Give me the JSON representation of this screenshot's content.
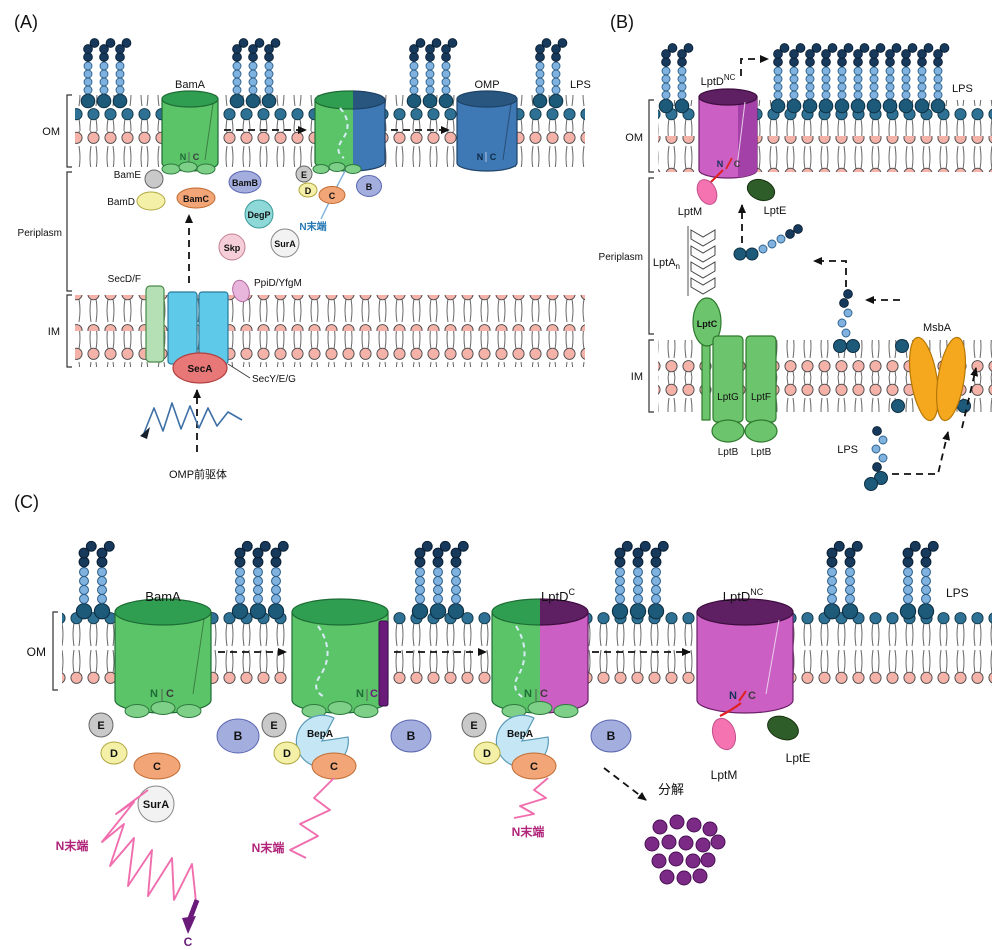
{
  "figure": {
    "panels": {
      "A": {
        "label": "(A)",
        "regions": {
          "om": "OM",
          "periplasm": "Periplasm",
          "im": "IM"
        },
        "lps_label": "LPS",
        "proteins": {
          "bamA": "BamA",
          "omp": "OMP",
          "bamE": "BamE",
          "bamD": "BamD",
          "bamC": "BamC",
          "bamB": "BamB",
          "degP": "DegP",
          "skp": "Skp",
          "surA": "SurA",
          "secDF": "SecD/F",
          "secA": "SecA",
          "secYEG": "SecY/E/G",
          "ppiD": "PpiD/YfgM"
        },
        "subunits": {
          "e": "E",
          "d": "D",
          "c": "C",
          "b": "B"
        },
        "termini": {
          "n": "N",
          "c": "C"
        },
        "n_terminus": "N末端",
        "omp_precursor": "OMP前驱体"
      },
      "B": {
        "label": "(B)",
        "regions": {
          "om": "OM",
          "periplasm": "Periplasm",
          "im": "IM"
        },
        "lps_top": "LPS",
        "lps_bottom": "LPS",
        "proteins": {
          "lptD": "LptD",
          "lptD_sup": "NC",
          "lptM": "LptM",
          "lptE": "LptE",
          "lptA": "LptA",
          "lptA_sub": "n",
          "lptC": "LptC",
          "lptG": "LptG",
          "lptF": "LptF",
          "lptB1": "LptB",
          "lptB2": "LptB",
          "msbA": "MsbA"
        },
        "termini": {
          "n": "N",
          "c": "C"
        }
      },
      "C": {
        "label": "(C)",
        "regions": {
          "om": "OM"
        },
        "lps_label": "LPS",
        "proteins": {
          "bamA": "BamA",
          "lptD_c": "LptD",
          "lptD_c_sup": "C",
          "lptD_nc": "LptD",
          "lptD_nc_sup": "NC",
          "surA": "SurA",
          "bepA": "BepA",
          "lptM": "LptM",
          "lptE": "LptE"
        },
        "subunits": {
          "e": "E",
          "d": "D",
          "c": "C",
          "b": "B"
        },
        "termini": {
          "n": "N",
          "c": "C"
        },
        "n_terminus": "N末端",
        "degradation": "分解",
        "c_terminus": "C"
      }
    }
  },
  "colors": {
    "membrane_pink": "#f5b2a9",
    "membrane_blue": "#2e7195",
    "lps_light": "#7fb2df",
    "lps_dark": "#17395c",
    "lps_base": "#1d5a7a",
    "barrel_green": "#5cc468",
    "barrel_green_top": "#2f9e50",
    "barrel_green_stroke": "#1d6b35",
    "barrel_blue": "#3e78b5",
    "barrel_blue_top": "#29567f",
    "barrel_magenta": "#cc5fc4",
    "barrel_magenta_top": "#5e1f63",
    "barrel_magenta_shade": "#a341a8",
    "bamb_blue": "#a3aede",
    "bamc_orange": "#f2a678",
    "bamd_yellow": "#f5f0a8",
    "bame_gray": "#c9c9c9",
    "degp_teal": "#8fd8d8",
    "skp_pink": "#f6ced9",
    "sura_white": "#f2f2f2",
    "seca_red": "#e87878",
    "sec_blue": "#5fc9e9",
    "secdf_green": "#b5dfb5",
    "ppid_pink": "#e8b5dc",
    "msba_orange": "#f5a81e",
    "lpt_green": "#6cc46c",
    "lptm_pink": "#f473b0",
    "lpte_green": "#2f5d2a",
    "bepa_blue": "#c5e7f5",
    "squiggle_pink": "#f06eae",
    "precursor_blue": "#3d6fa5",
    "nterm_blue": "#2a7ab5",
    "nterm_purple": "#b0257a",
    "purple_bar": "#6a1b7a",
    "dot_purple": "#7b2b85",
    "red_accent": "#e02020",
    "arrow_black": "#111111"
  }
}
